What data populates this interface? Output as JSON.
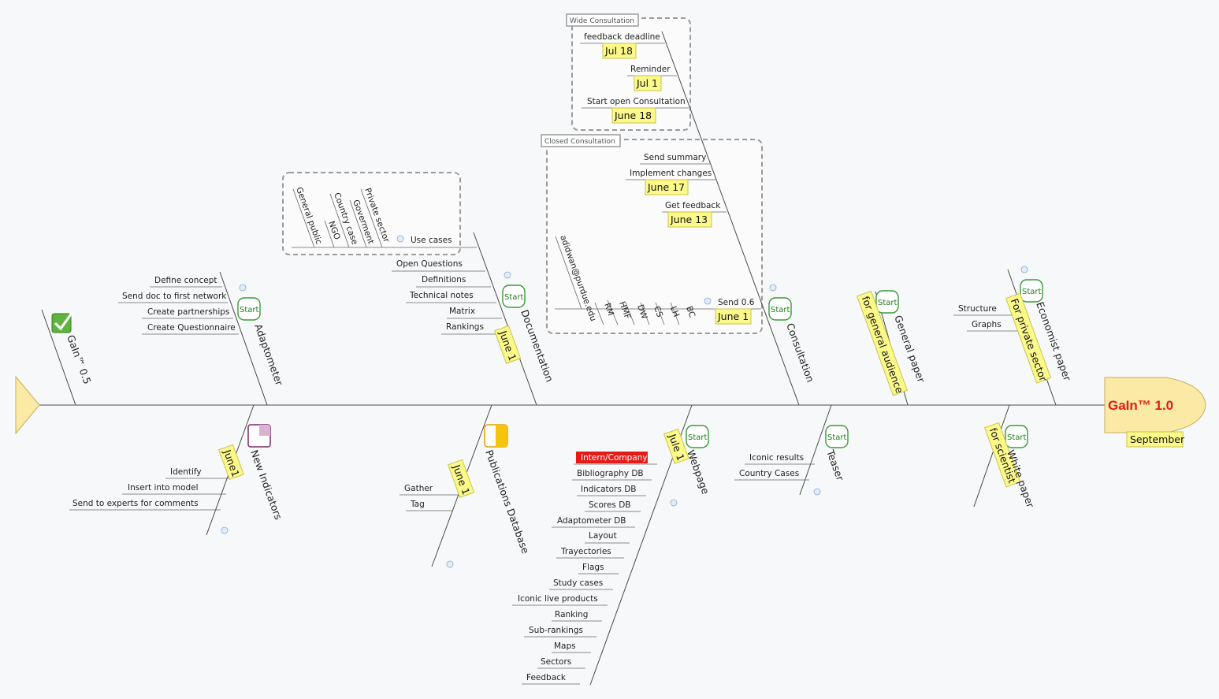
{
  "head": {
    "title": "GaIn™ 1.0",
    "date": "September"
  },
  "tail": {
    "label": "GaIn™ 0.5"
  },
  "icons": {
    "start": "Start"
  },
  "groups": {
    "wide": "Wide Consultation",
    "closed": "Closed Consultation"
  },
  "bones": {
    "adaptometer": {
      "label": "Adaptometer",
      "items": [
        "Define concept",
        "Send doc to first network",
        "Create partnerships",
        "Create Questionnaire"
      ]
    },
    "documentation": {
      "label": "Documentation",
      "date": "June 1",
      "items": [
        "Use cases",
        "Open Questions",
        "Definitions",
        "Technical notes",
        "Matrix",
        "Rankings"
      ],
      "use_cases": [
        "General public",
        "NGO",
        "Country case",
        "Goverment",
        "Private sector"
      ]
    },
    "consultation": {
      "label": "Consultation",
      "wide": [
        {
          "label": "feedback deadline",
          "date": "Jul 18"
        },
        {
          "label": "Reminder",
          "date": "Jul 1"
        },
        {
          "label": "Start open Consultation",
          "date": "June 18"
        }
      ],
      "closed": [
        {
          "label": "Send summary"
        },
        {
          "label": "Implement changes",
          "date": "June 17"
        },
        {
          "label": "Get feedback",
          "date": "June 13"
        }
      ],
      "send": {
        "label": "Send 0.6",
        "date": "June 1",
        "recipients": [
          "adidwan@purdue.edu",
          "RM",
          "HMF",
          "DW",
          "CS",
          "LH",
          "BC"
        ]
      }
    },
    "general_paper": {
      "label": "General paper",
      "tag": "for general audience"
    },
    "economist_paper": {
      "label": "Economist paper",
      "tag": "For private sector",
      "items": [
        "Structure",
        "Graphs"
      ]
    },
    "new_indicators": {
      "label": "New Indicators",
      "date": "June1",
      "items": [
        "Identify",
        "Insert into model",
        "Send to experts for comments"
      ]
    },
    "publications": {
      "label": "Publications Database",
      "date": "June 1",
      "items": [
        "Gather",
        "Tag"
      ]
    },
    "webpage": {
      "label": "Webpage",
      "date": "Jule 1",
      "items": [
        "Intern/Company",
        "Bibliography DB",
        "Indicators DB",
        "Scores DB",
        "Adaptometer DB",
        "Layout",
        "Trayectories",
        "Flags",
        "Study cases",
        "Iconic live products",
        "Ranking",
        "Sub-rankings",
        "Maps",
        "Sectors",
        "Feedback"
      ]
    },
    "teaser": {
      "label": "Teaser",
      "items": [
        "Iconic results",
        "Country Cases"
      ]
    },
    "white_paper": {
      "label": "White paper",
      "tag": "for scientist"
    }
  },
  "colors": {
    "accent_red": "#e41b17",
    "tag_yellow": "#fbf98a",
    "start_green": "#3a9a3a",
    "head_fill": "#fbe9a6"
  }
}
